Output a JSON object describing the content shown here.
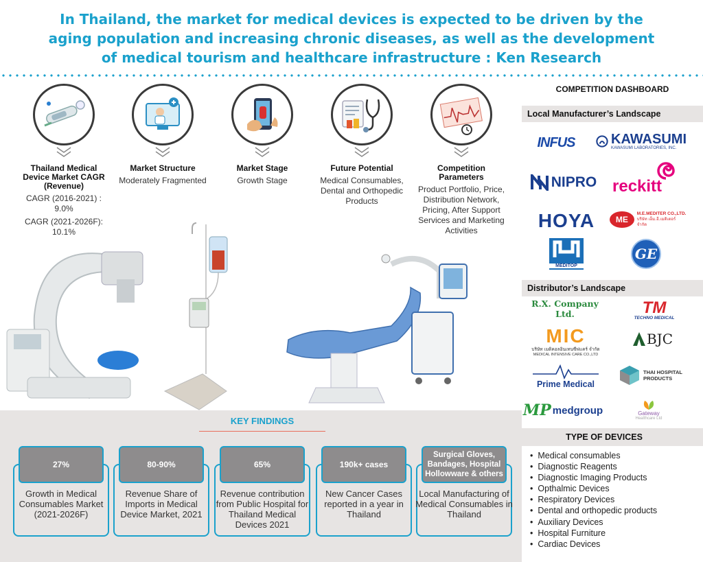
{
  "headline": {
    "line1": "In Thailand, the market for medical devices is expected to be driven by the",
    "line2": "aging population and increasing chronic diseases, as well as the development",
    "line3": "of medical tourism and healthcare infrastructure : Ken Research"
  },
  "metrics": [
    {
      "title": "Thailand  Medical Device Market CAGR (Revenue)",
      "values": [
        "CAGR (2016-2021) : 9.0%",
        "CAGR (2021-2026F): 10.1%"
      ],
      "icon": "catheter-icon"
    },
    {
      "title": "Market Structure",
      "values": [
        "Moderately Fragmented"
      ],
      "icon": "doctor-monitor-icon"
    },
    {
      "title": "Market Stage",
      "values": [
        "Growth Stage"
      ],
      "icon": "phone-pill-icon"
    },
    {
      "title": "Future Potential",
      "values": [
        "Medical Consumables, Dental and Orthopedic Products"
      ],
      "icon": "stethoscope-icon"
    },
    {
      "title": "Competition Parameters",
      "values": [
        "Product Portfolio, Price, Distribution Network, Pricing, After Support Services and Marketing Activities"
      ],
      "icon": "ecg-icon"
    }
  ],
  "key_findings": {
    "title": "KEY FINDINGS",
    "cards": [
      {
        "value": "27%",
        "desc": "Growth in Medical Consumables Market (2021-2026F)"
      },
      {
        "value": "80-90%",
        "desc": "Revenue Share of Imports in Medical Device Market, 2021"
      },
      {
        "value": "65%",
        "desc": "Revenue contribution from Public Hospital for Thailand Medical Devices 2021"
      },
      {
        "value": "190k+ cases",
        "desc": "New Cancer Cases reported in a year in Thailand"
      },
      {
        "value": "Surgical Gloves, Bandages, Hospital Hollowware & others",
        "desc": "Local Manufacturing of Medical Consumables in Thailand"
      }
    ]
  },
  "competition": {
    "title": "COMPETITION DASHBOARD",
    "local_title": "Local Manufacturer’s Landscape",
    "local_logos": {
      "infus": "INFUS",
      "kawasumi": "KAWASUMI",
      "kawasumi_sub": "KAWASUMI LABORATORIES, INC.",
      "nipro": "NIPRO",
      "reckitt": "reckitt",
      "hoya": "HOYA",
      "mediter": "M.E.MEDITER CO.,LTD.",
      "mediter_thai": "บริษัท เอ็ม.อี.เมดิเตอร์ จำกัด",
      "meditop": "MEDITOP",
      "ge": "GE"
    },
    "dist_title": "Distributor’s Landscape",
    "dist_logos": {
      "rx": "R.X. Company Ltd.",
      "tm": "TM",
      "tm_sub": "TECHNO MEDICAL",
      "mic": "MIC",
      "mic_thai": "บริษัท เมดิคอลอินเทนซีฟแคร์ จำกัด",
      "mic_sub": "MEDICAL INTENSIVE CARE CO.,LTD",
      "bjc": "BJC",
      "prime": "Prime Medical",
      "thai_hospital": "THAI HOSPITAL PRODUCTS",
      "medgroup": "medgroup",
      "gateway": "Gateway",
      "gateway_sub": "Healthcare Ltd"
    }
  },
  "types": {
    "title": "TYPE OF DEVICES",
    "items": [
      "Medical consumables",
      "Diagnostic Reagents",
      "Diagnostic Imaging Products",
      "Opthalmic Devices",
      "Respiratory Devices",
      "Dental and orthopedic products",
      "Auxiliary Devices",
      "Hospital Furniture",
      "Cardiac Devices"
    ]
  },
  "colors": {
    "accent": "#1aa1cc",
    "panel": "#e7e4e3",
    "card_fill": "#8e8c8d",
    "underline": "#e86d5a"
  }
}
